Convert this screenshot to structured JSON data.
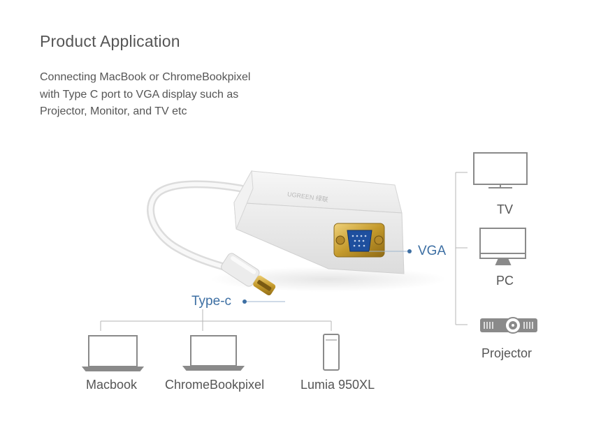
{
  "title": "Product Application",
  "description": [
    "Connecting MacBook or ChromeBookpixel",
    "with Type C port to VGA display such as",
    "Projector, Monitor, and TV etc"
  ],
  "callouts": {
    "typec": "Type-c",
    "vga": "VGA"
  },
  "brand_text": "UGREEN 绿联",
  "sources": [
    {
      "label": "Macbook",
      "icon": "laptop-icon"
    },
    {
      "label": "ChromeBookpixel",
      "icon": "laptop-icon"
    },
    {
      "label": "Lumia 950XL",
      "icon": "phone-icon"
    }
  ],
  "displays": [
    {
      "label": "TV",
      "icon": "tv-icon"
    },
    {
      "label": "PC",
      "icon": "monitor-icon"
    },
    {
      "label": "Projector",
      "icon": "projector-icon"
    }
  ],
  "colors": {
    "accent": "#3d6fa3",
    "line": "#b5b5b5",
    "vga_blue": "#1e4f9e",
    "gold": "#c8a030"
  }
}
